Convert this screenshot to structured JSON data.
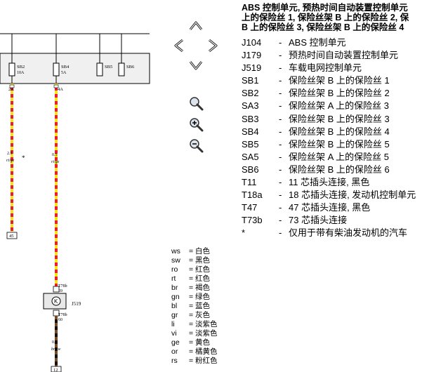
{
  "diagram": {
    "fuses": [
      "SB2",
      "SB4",
      "SB5",
      "SB6"
    ],
    "fuse_ratings": [
      "10A",
      "5A"
    ],
    "wire_left": {
      "amp": "2A",
      "gauge": "2.5",
      "color": "rt/ge",
      "note": "*",
      "end_pin": "45"
    },
    "wire_right": {
      "amp": "4A",
      "gauge": "0.5",
      "color": "rt/ge",
      "pin_top": "T78b",
      "pin_top_no": "59",
      "component": "J519",
      "pin_bottom": "T78b",
      "pin_bottom_no": "60",
      "gauge_bottom": "0.5",
      "color_bottom": "br/sw",
      "end_pin": "12"
    }
  },
  "nav": {
    "up": "arrow-up-icon",
    "left": "arrow-left-icon",
    "right": "arrow-right-icon",
    "down": "arrow-down-icon",
    "zoom_fit": "magnifier-icon",
    "zoom_in": "zoom-in-icon",
    "zoom_out": "zoom-out-icon"
  },
  "legend": {
    "heading_lines": [
      "ABS 控制单元, 预热时间自动装置控制单元",
      "上的保险丝 1, 保险丝架 B 上的保险丝 2, 保",
      "B 上的保险丝 3, 保险丝架 B 上的保险丝 4"
    ],
    "items": [
      {
        "code": "J104",
        "desc": "ABS 控制单元"
      },
      {
        "code": "J179",
        "desc": "预热时间自动装置控制单元"
      },
      {
        "code": "J519",
        "desc": "车载电网控制单元"
      },
      {
        "code": "SB1",
        "desc": "保险丝架 B 上的保险丝 1"
      },
      {
        "code": "SB2",
        "desc": "保险丝架 B 上的保险丝 2"
      },
      {
        "code": "SA3",
        "desc": "保险丝架 A 上的保险丝 3"
      },
      {
        "code": "SB3",
        "desc": "保险丝架 B 上的保险丝 3"
      },
      {
        "code": "SB4",
        "desc": "保险丝架 B 上的保险丝 4"
      },
      {
        "code": "SB5",
        "desc": "保险丝架 B 上的保险丝 5"
      },
      {
        "code": "SA5",
        "desc": "保险丝架 A 上的保险丝 5"
      },
      {
        "code": "SB6",
        "desc": "保险丝架 B 上的保险丝 6"
      },
      {
        "code": "T11",
        "desc": "11 芯插头连接, 黑色"
      },
      {
        "code": "T18a",
        "desc": "18 芯插头连接, 发动机控制单元"
      },
      {
        "code": "T47",
        "desc": "47 芯插头连接, 黑色"
      },
      {
        "code": "T73b",
        "desc": "73 芯插头连接"
      },
      {
        "code": "*",
        "desc": "仅用于带有柴油发动机的汽车"
      }
    ],
    "dash": "-"
  },
  "colors": [
    {
      "code": "ws",
      "name": "白色"
    },
    {
      "code": "sw",
      "name": "黑色"
    },
    {
      "code": "ro",
      "name": "红色"
    },
    {
      "code": "rt",
      "name": "红色"
    },
    {
      "code": "br",
      "name": "褐色"
    },
    {
      "code": "gn",
      "name": "绿色"
    },
    {
      "code": "bl",
      "name": "蓝色"
    },
    {
      "code": "gr",
      "name": "灰色"
    },
    {
      "code": "li",
      "name": "淡紫色"
    },
    {
      "code": "vi",
      "name": "淡紫色"
    },
    {
      "code": "ge",
      "name": "黄色"
    },
    {
      "code": "or",
      "name": "橘黄色"
    },
    {
      "code": "rs",
      "name": "粉红色"
    }
  ],
  "colors_eq": "=",
  "style": {
    "wire_red": "#e8202a",
    "wire_yellow": "#f7e21b",
    "wire_black": "#111111",
    "wire_brown": "#7a4a1e",
    "box_fill": "#f0f0f0"
  }
}
